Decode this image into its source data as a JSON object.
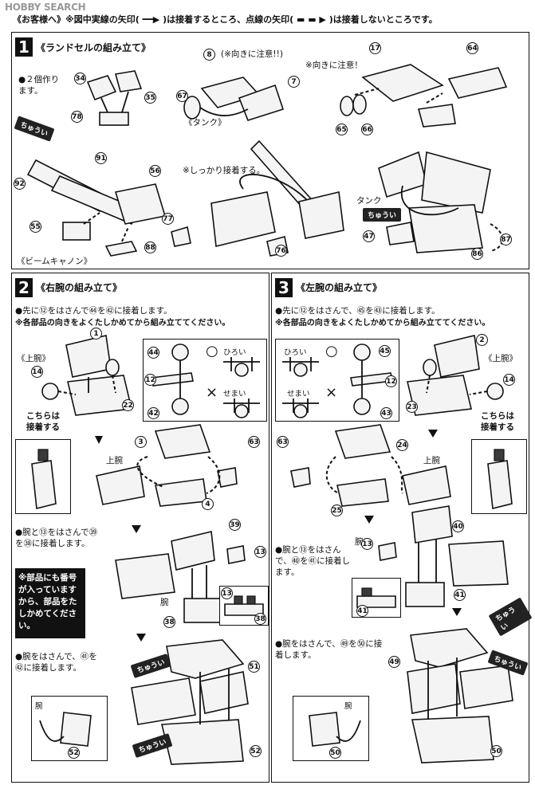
{
  "watermark": "HOBBY SEARCH",
  "top_note": "《お客様へ》※図中実線の矢印( ━━▶ )は接着するところ、点線の矢印( ▬ ▬ ▶ )は接着しないところです。",
  "step1": {
    "num": "1",
    "title": "《ランドセルの組み立て》",
    "make_two": "●２個作り\nます。",
    "note_direction_a": "(※向きに注意!!)",
    "note_direction_b": "※向きに注意！",
    "tank_label": "《タンク》",
    "glue_firmly": "※しっかり接着する。",
    "tank_label2": "タンク",
    "beam_cannon": "《ビームキャノン》",
    "caution": "ちゅうい",
    "parts": [
      "34",
      "35",
      "78",
      "67",
      "8",
      "7",
      "17",
      "64",
      "65",
      "66",
      "91",
      "92",
      "56",
      "55",
      "88",
      "77",
      "76",
      "47",
      "86",
      "87"
    ]
  },
  "step2": {
    "num": "2",
    "title": "《右腕の組み立て》",
    "line1": "●先に⑫をはさんで㊹を㊷に接着します。",
    "line2": "※各部品の向きをよくたしかめてから組み立ててください。",
    "upper_arm_a": "《上腕》",
    "glue_here": "こちらは\n接着する",
    "upper_arm_b": "上腕",
    "wide": "ひろい",
    "narrow": "せまい",
    "ok_mark": "○",
    "ng_mark": "×",
    "line3": "●腕と⑬をはさんで㊴を㊳に接着します。",
    "arm_label": "腕",
    "black_note": "※部品にも番号が入っていますから、部品をたしかめてください。",
    "line4": "●腕をはさんで、㊶を㊷に接着します。",
    "arm_label2": "腕",
    "caution": "ちゅうい",
    "parts": [
      "1",
      "14",
      "44",
      "12",
      "42",
      "22",
      "3",
      "63",
      "4",
      "39",
      "13",
      "38",
      "13",
      "38",
      "51",
      "52",
      "52"
    ]
  },
  "step3": {
    "num": "3",
    "title": "《左腕の組み立て》",
    "line1": "●先に⑫をはさんで、㊺を㊸に接着します。",
    "line2": "※各部品の向きをよくたしかめてから組み立ててください。",
    "upper_arm_a": "《上腕》",
    "glue_here": "こちらは\n接着する",
    "upper_arm_b": "上腕",
    "wide": "ひろい",
    "narrow": "せまい",
    "ok_mark": "○",
    "ng_mark": "×",
    "line3": "●腕と⑬をはさんで、㊵を㊶に接着します。",
    "arm_label": "腕",
    "line4": "●腕をはさんで、㊾を㊿に接着します。",
    "arm_label2": "腕",
    "caution": "ちゅうい",
    "parts": [
      "2",
      "45",
      "12",
      "14",
      "43",
      "23",
      "63",
      "24",
      "25",
      "40",
      "13",
      "41",
      "41",
      "49",
      "50",
      "50"
    ]
  }
}
